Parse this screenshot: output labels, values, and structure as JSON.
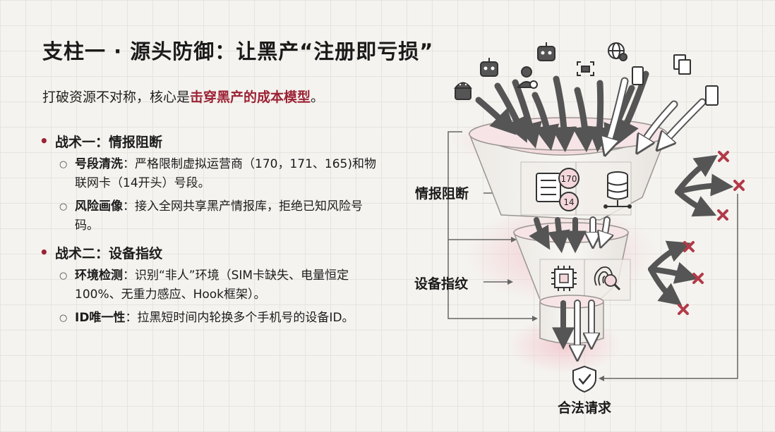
{
  "title": "支柱一 · 源头防御：让黑产“注册即亏损”",
  "subtitle": {
    "prefix": "打破资源不对称，核心是",
    "highlight": "击穿黑产的成本模型",
    "suffix": "。"
  },
  "tactics": [
    {
      "title": "战术一：情报阻断",
      "items": [
        {
          "title": "号段清洗",
          "colon": "：",
          "text": "严格限制虚拟运营商（170，171、165)和物联网卡（14开头）号段。"
        },
        {
          "title": "风险画像",
          "colon": "：",
          "text": "接入全网共享黑产情报库，拒绝已知风险号码。"
        }
      ]
    },
    {
      "title": "战术二：设备指纹",
      "items": [
        {
          "title": "环境检测",
          "colon": "：",
          "text": "识别“非人”环境（SIM卡缺失、电量恒定100%、无重力感应、Hook框架）。"
        },
        {
          "title": "ID唯一性",
          "colon": "：",
          "text": "拉黑短时间内轮换多个手机号的设备ID。"
        }
      ]
    }
  ],
  "diagram": {
    "stage1_label": "情报阻断",
    "stage2_label": "设备指纹",
    "output_label": "合法请求",
    "number_badges": [
      "170",
      "14"
    ],
    "icons": [
      "android-icon",
      "robot-icon",
      "robot-icon",
      "user-blocked-icon",
      "camera-scan-icon",
      "globe-blocked-icon",
      "phone-icon",
      "documents-icon",
      "phone-icon",
      "list-icon",
      "database-icon",
      "chip-icon",
      "fingerprint-search-icon",
      "shield-check-icon",
      "x-mark-icon"
    ],
    "colors": {
      "accent": "#9b2335",
      "x_mark": "#b23a48",
      "arrow_dark": "#555555",
      "arrow_light": "#ffffff"
    }
  }
}
